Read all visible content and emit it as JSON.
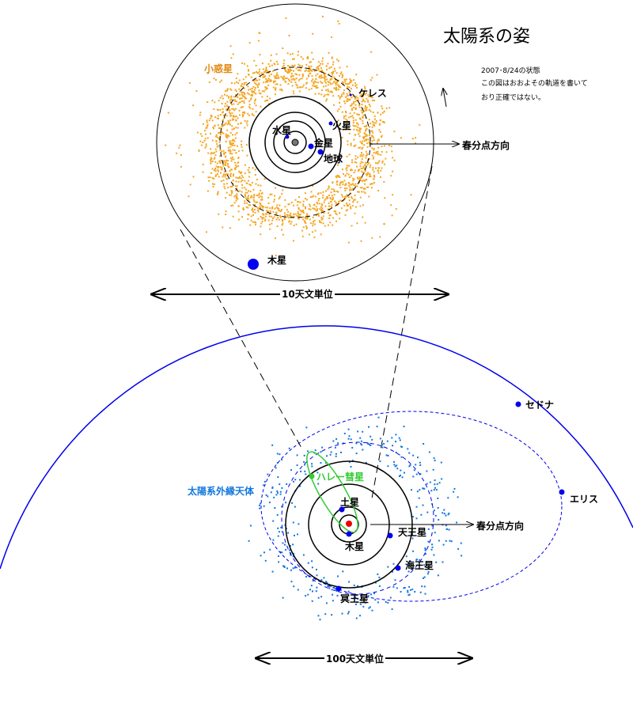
{
  "title": "太陽系の姿",
  "notes": [
    "2007･8/24の状態",
    "この図はおおよその軌道を書いて",
    "おり正確ではない。"
  ],
  "top_view": {
    "asteroids": "小惑星",
    "ceres": "ケレス",
    "mercury": "水星",
    "venus": "金星",
    "earth": "地球",
    "mars": "火星",
    "jupiter": "木星",
    "vernal_equinox": "春分点方向",
    "scale": "10天文単位"
  },
  "bottom_view": {
    "tno": "太陽系外縁天体",
    "halley": "ハレー彗星",
    "saturn": "土星",
    "jupiter": "木星",
    "uranus": "天王星",
    "neptune": "海王星",
    "pluto": "冥王星",
    "sedna": "セドナ",
    "eris": "エリス",
    "vernal_equinox": "春分点方向",
    "scale": "100天文単位"
  },
  "colors": {
    "asteroid": "#f5a623",
    "planet": "#0000ee",
    "halley": "#33cc33",
    "tno": "#1177dd",
    "sun": "#ee0000"
  }
}
